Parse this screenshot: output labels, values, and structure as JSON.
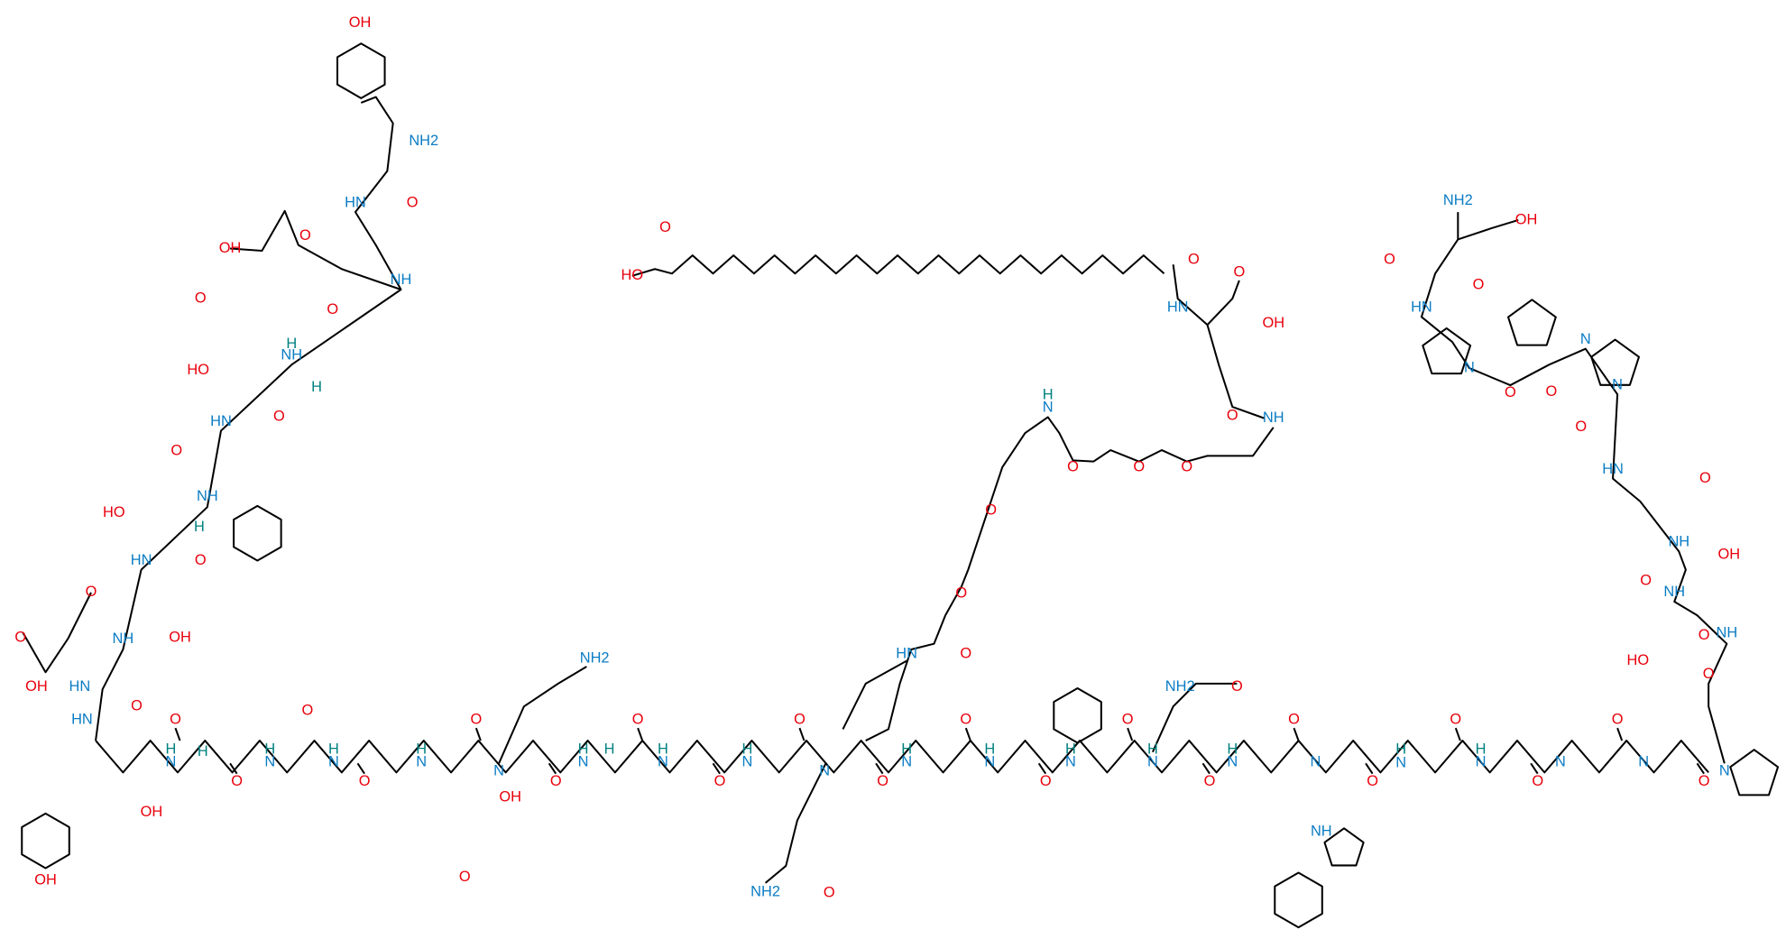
{
  "colors": {
    "O": "#e8000b",
    "N": "#0a7cc4",
    "H": "#00807f",
    "bond": "#000000"
  },
  "atom_labels": [
    "OH",
    "NH2",
    "HN",
    "O",
    "O",
    "OH",
    "O",
    "NH",
    "O",
    "HO",
    "NH",
    "H",
    "O",
    "HN",
    "O",
    "NH",
    "HO",
    "H",
    "HN",
    "O",
    "O",
    "O",
    "NH",
    "OH",
    "OH",
    "HN",
    "O",
    "HN",
    "O",
    "N",
    "H",
    "OH",
    "OH",
    "O",
    "N",
    "O",
    "N",
    "O",
    "N",
    "O",
    "O",
    "OH",
    "NH2",
    "N",
    "O",
    "N",
    "H",
    "O",
    "N",
    "O",
    "N",
    "O",
    "NH2",
    "O",
    "N",
    "O",
    "N",
    "O",
    "N",
    "O",
    "N",
    "O",
    "N",
    "O",
    "NH2",
    "O",
    "N",
    "O",
    "N",
    "NH",
    "O",
    "H",
    "N",
    "O",
    "N",
    "O",
    "N",
    "O",
    "N",
    "O",
    "N",
    "O",
    "NH",
    "HO",
    "O",
    "NH",
    "O",
    "OH",
    "NH",
    "O",
    "HN",
    "O",
    "N",
    "O",
    "N",
    "O",
    "N",
    "O",
    "HN",
    "O",
    "NH2",
    "OH",
    "HO",
    "O",
    "O",
    "HN",
    "O",
    "OH",
    "O",
    "NH",
    "N",
    "O",
    "O",
    "O",
    "O",
    "O",
    "HN",
    "O",
    "H",
    "H",
    "H",
    "H",
    "H",
    "H",
    "H",
    "H",
    "H",
    "H",
    "H",
    "H",
    "H",
    "H",
    "H"
  ]
}
